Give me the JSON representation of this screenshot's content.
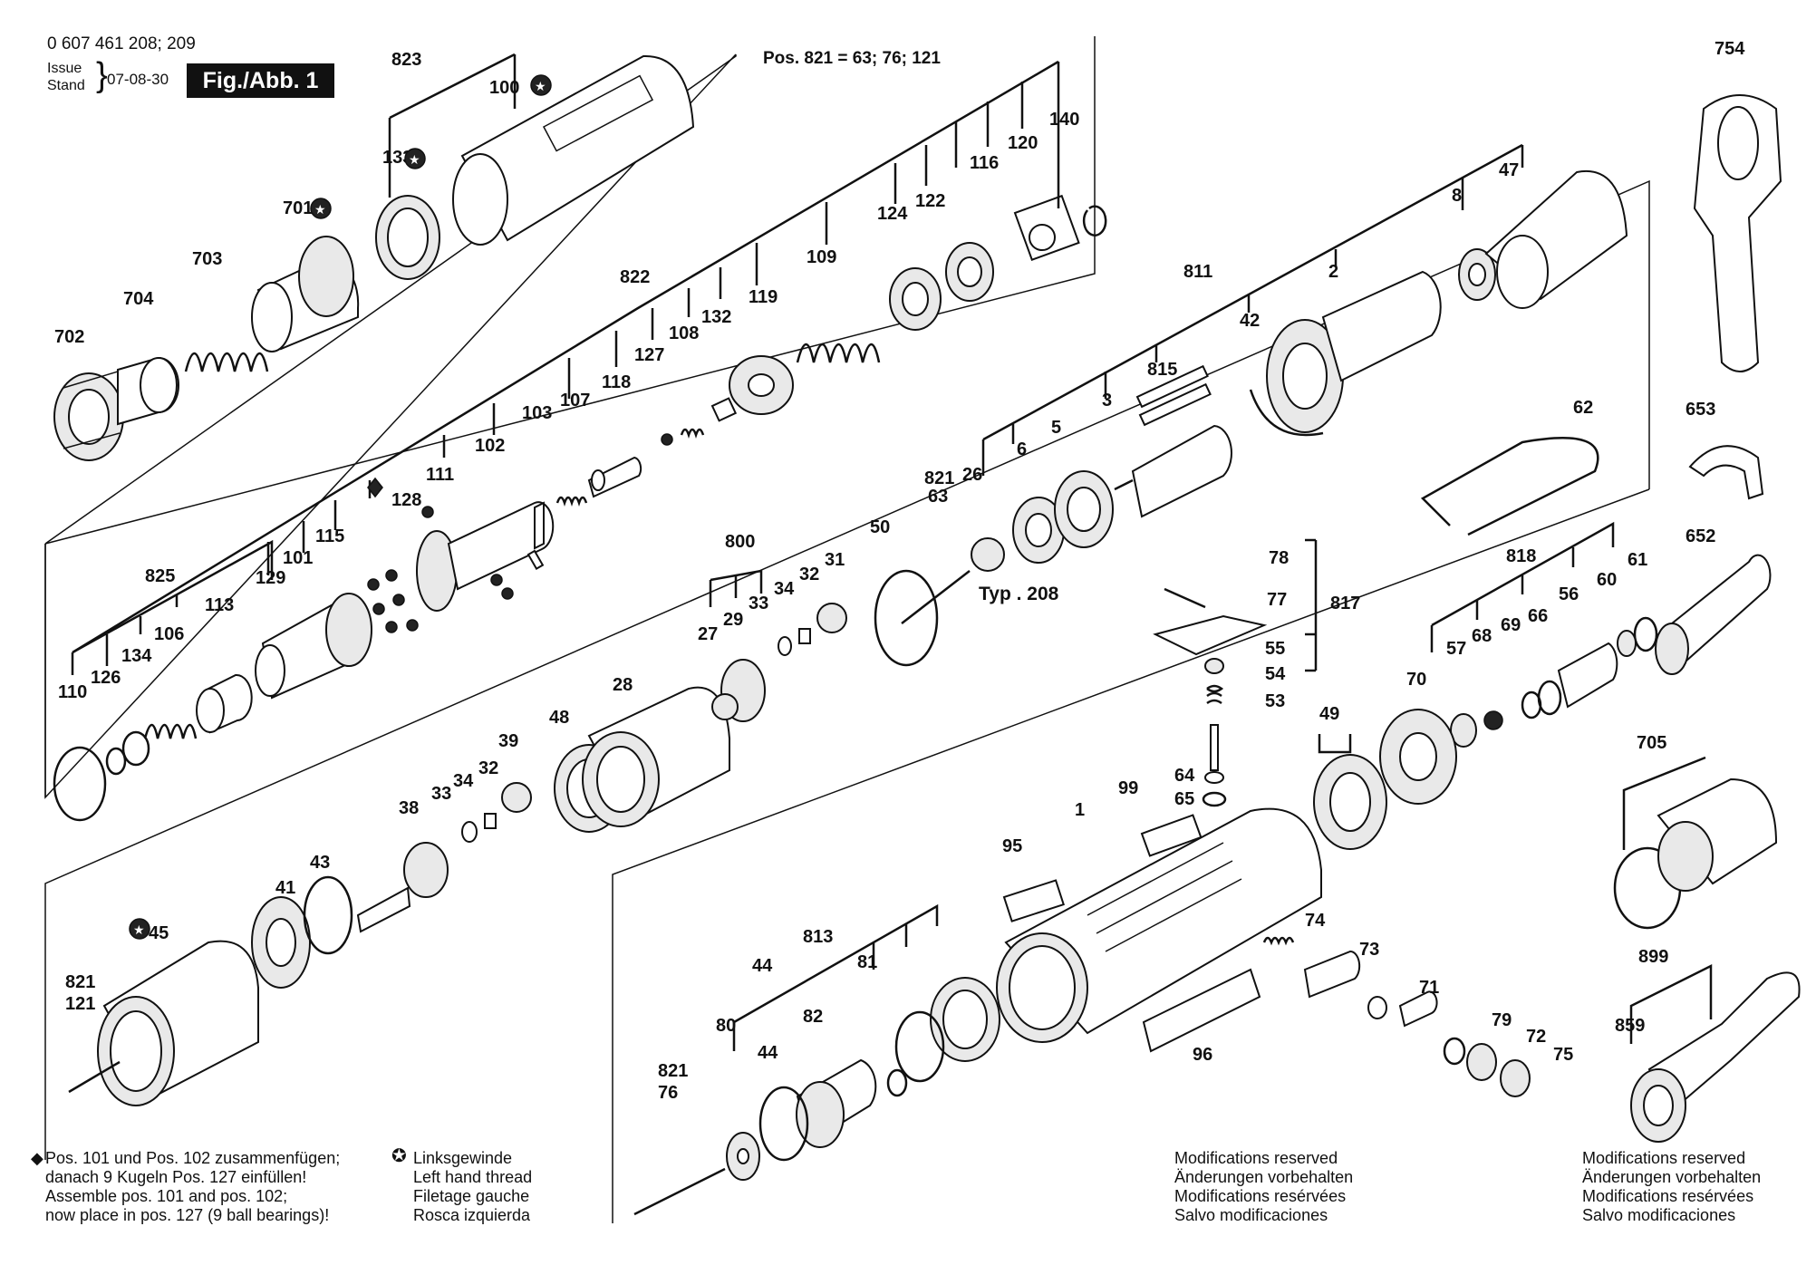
{
  "header": {
    "doc_number": "0 607 461 208; 209",
    "issue_label": "Issue",
    "stand_label": "Stand",
    "issue_date": "07-08-30",
    "figure_label": "Fig./Abb. 1",
    "pos_note": "Pos. 821 = 63; 76; 121"
  },
  "footnotes": {
    "assembly": [
      "Pos. 101 und Pos. 102 zusammenfügen;",
      "danach 9 Kugeln Pos. 127 einfüllen!",
      "Assemble pos. 101 and pos. 102;",
      "now place in pos. 127 (9 ball bearings)!"
    ],
    "left_thread": [
      "Linksgewinde",
      "Left hand thread",
      "Filetage gauche",
      "Rosca izquierda"
    ],
    "modifications_a": [
      "Modifications reserved",
      "Änderungen vorbehalten",
      "Modifications resérvées",
      "Salvo modificaciones"
    ],
    "modifications_b": [
      "Modifications reserved",
      "Änderungen vorbehalten",
      "Modifications resérvées",
      "Salvo modificaciones"
    ]
  },
  "typ_label": "Typ . 208",
  "part_numbers": [
    "823",
    "100",
    "133",
    "701",
    "703",
    "704",
    "702",
    "822",
    "124",
    "122",
    "116",
    "120",
    "140",
    "109",
    "119",
    "132",
    "108",
    "127",
    "118",
    "107",
    "103",
    "102",
    "111",
    "128",
    "115",
    "101",
    "129",
    "113",
    "106",
    "134",
    "126",
    "110",
    "825",
    "800",
    "27",
    "29",
    "33",
    "34",
    "32",
    "31",
    "50",
    "821",
    "63",
    "26",
    "6",
    "5",
    "3",
    "815",
    "42",
    "811",
    "2",
    "8",
    "47",
    "754",
    "62",
    "653",
    "652",
    "818",
    "61",
    "60",
    "56",
    "66",
    "69",
    "68",
    "57",
    "70",
    "49",
    "28",
    "48",
    "39",
    "32",
    "34",
    "33",
    "38",
    "43",
    "41",
    "45",
    "821",
    "121",
    "78",
    "77",
    "817",
    "55",
    "54",
    "53",
    "64",
    "65",
    "99",
    "1",
    "95",
    "813",
    "44",
    "81",
    "82",
    "80",
    "44",
    "821",
    "76",
    "73",
    "74",
    "71",
    "79",
    "72",
    "75",
    "96",
    "705",
    "899",
    "859"
  ]
}
